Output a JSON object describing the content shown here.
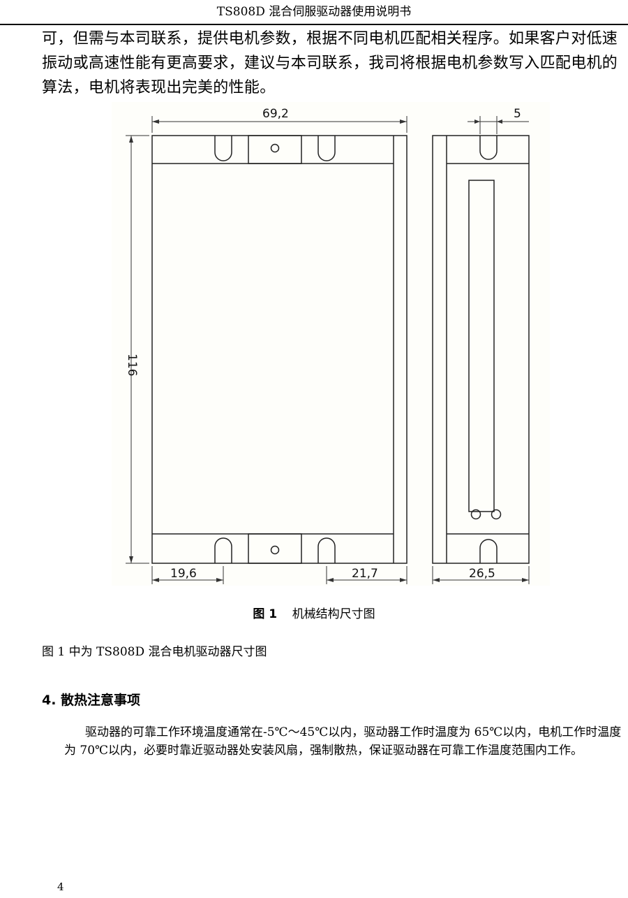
{
  "header": {
    "title": "TS808D 混合伺服驱动器使用说明书"
  },
  "intro_paragraph": "可，但需与本司联系，提供电机参数，根据不同电机匹配相关程序。如果客户对低速振动或高速性能有更高要求，建议与本司联系，我司将根据电机参数写入匹配电机的算法，电机将表现出完美的性能。",
  "figure": {
    "dimensions": {
      "width": "69,2",
      "height": "116",
      "slot_offset_left": "19,6",
      "slot_offset_right": "21,7",
      "side_depth": "26,5",
      "slot_width": "5"
    },
    "caption_number": "图 1",
    "caption_text": "机械结构尺寸图"
  },
  "figure_note": "图 1 中为 TS808D 混合电机驱动器尺寸图",
  "section": {
    "title": "4.  散热注意事项",
    "body": "驱动器的可靠工作环境温度通常在-5℃～45℃以内，驱动器工作时温度为 65℃以内，电机工作时温度为  70℃以内，必要时靠近驱动器处安装风扇，强制散热，保证驱动器在可靠工作温度范围内工作。"
  },
  "page_number": "4"
}
